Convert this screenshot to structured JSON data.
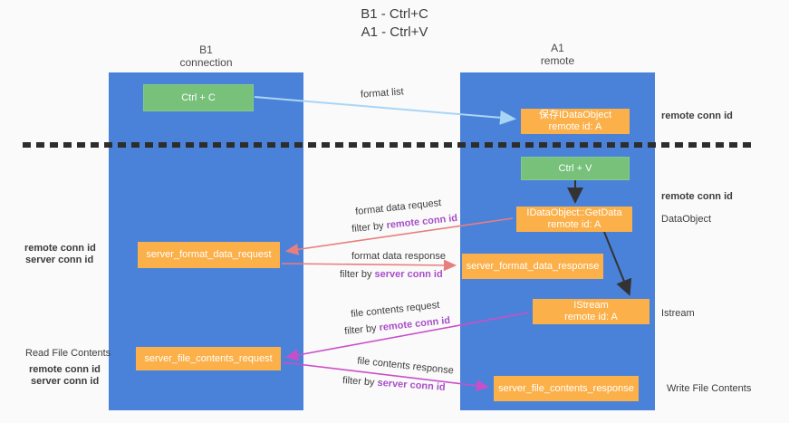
{
  "title": {
    "line1": "B1 - Ctrl+C",
    "line2": "A1 - Ctrl+V"
  },
  "columns": {
    "left": {
      "name": "B1",
      "role": "connection"
    },
    "right": {
      "name": "A1",
      "role": "remote"
    }
  },
  "nodes": {
    "ctrl_c": "Ctrl + C",
    "ctrl_v": "Ctrl + V",
    "save_idataobject": {
      "line1": "保存IDataObject",
      "line2": "remote id: A"
    },
    "getdata": {
      "line1": "IDataObject::GetData",
      "line2": "remote id: A"
    },
    "istream": {
      "line1": "IStream",
      "line2": "remote id: A"
    },
    "server_format_data_request": "server_format_data_request",
    "server_format_data_response": "server_format_data_response",
    "server_file_contents_request": "server_file_contents_request",
    "server_file_contents_response": "server_file_contents_response"
  },
  "flow_labels": {
    "format_list": "format list",
    "format_data_request": "format data request",
    "format_data_request_filter_prefix": "filter by ",
    "format_data_request_filter_id": "remote conn id",
    "format_data_response": "format data response",
    "format_data_response_filter_prefix": "filter by ",
    "format_data_response_filter_id": "server conn id",
    "file_contents_request": "file contents request",
    "file_contents_request_filter_prefix": "filter by ",
    "file_contents_request_filter_id": "remote conn id",
    "file_contents_response": "file contents response",
    "file_contents_response_filter_prefix": "filter by ",
    "file_contents_response_filter_id": "server conn id"
  },
  "side_labels": {
    "right_top_remote_conn_id": "remote conn id",
    "right_mid_remote_conn_id": "remote conn id",
    "right_dataobject": "DataObject",
    "right_istream": "Istream",
    "right_write_file_contents": "Write File Contents",
    "left_remote_conn_id": "remote conn id",
    "left_server_conn_id": "server conn id",
    "left_read_file_contents": "Read File Contents",
    "left_bottom_remote_conn_id": "remote conn id",
    "left_bottom_server_conn_id": "server conn id"
  },
  "colors": {
    "lifeline_blue": "#4a82d9",
    "box_orange": "#fbb049",
    "box_green": "#77c17b",
    "arrow_light_blue": "#a9d5f5",
    "arrow_red": "#e87e7e",
    "arrow_magenta": "#c94fc9",
    "arrow_black": "#333333",
    "text_purple": "#a84fc8",
    "text_green": "#57ae5b",
    "dashed_separator": "#2d2d2d"
  }
}
